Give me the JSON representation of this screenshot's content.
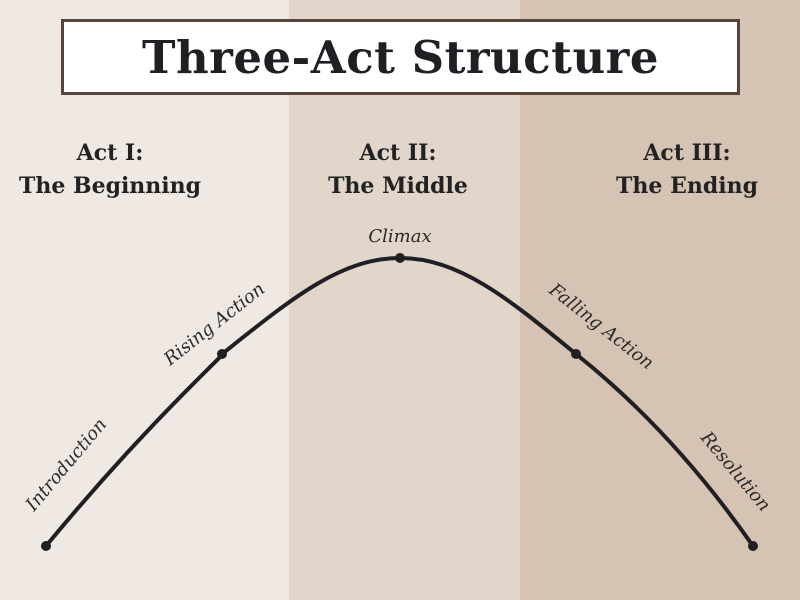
{
  "title": "Three-Act Structure",
  "acts": [
    {
      "heading": "Act I:",
      "name": "The Beginning"
    },
    {
      "heading": "Act II:",
      "name": "The Middle"
    },
    {
      "heading": "Act III:",
      "name": "The Ending"
    }
  ],
  "points": [
    {
      "label": "Introduction"
    },
    {
      "label": "Rising Action"
    },
    {
      "label": "Climax"
    },
    {
      "label": "Falling Action"
    },
    {
      "label": "Resolution"
    }
  ],
  "colors": {
    "band_1": "#efe8e3",
    "band_2": "#e2d6ca",
    "band_3": "#d5c3b3",
    "curve": "#1f1f24",
    "title_border": "#57443a"
  }
}
